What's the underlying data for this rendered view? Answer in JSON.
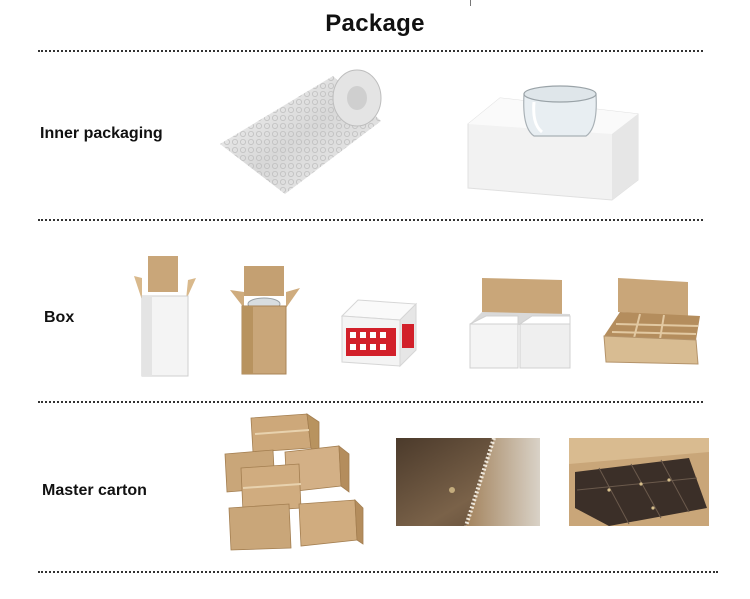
{
  "page": {
    "title": "Package"
  },
  "sections": {
    "inner": {
      "label": "Inner packaging"
    },
    "box": {
      "label": "Box"
    },
    "master": {
      "label": "Master carton"
    }
  },
  "photos": {
    "inner": [
      "bubble wrap roll",
      "glass cup on white foam"
    ],
    "box": [
      "white tall box",
      "kraft tall box with glass",
      "white printed box",
      "white double carton",
      "kraft divided carton"
    ],
    "master": [
      "stacked cardboard boxes",
      "corrugated carton edge",
      "carton interior with boxes"
    ]
  },
  "colors": {
    "kraft": "#c9a679",
    "kraft_dark": "#a98457",
    "white_box": "#f4f4f4",
    "print_red": "#d2202a"
  }
}
